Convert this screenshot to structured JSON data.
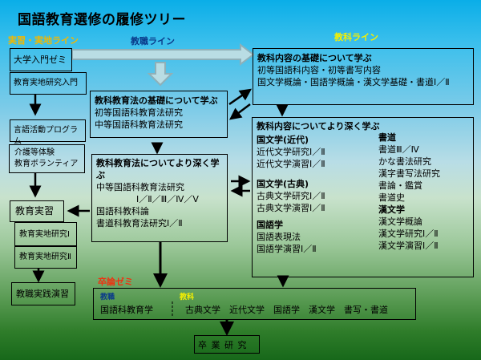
{
  "title": "国語教育選修の履修ツリー",
  "lanes": {
    "jisshu": "実習・実地ライン",
    "kyoshoku": "教職ライン",
    "kyoka": "教科ライン",
    "sotsuron": "卒論ゼミ"
  },
  "left_column": {
    "daigaku_nyumon": "大学入門ゼミ",
    "jicchi_kenkyu_nyumon": "教育実地研究入門",
    "gengo_katsudo": "言語活動プログラム",
    "kaigo": [
      "介護等体験",
      "教育ボランティア"
    ],
    "kyoiku_jisshu": "教育実習",
    "jicchi_kenkyu_1": "教育実地研究Ⅰ",
    "jicchi_kenkyu_2": "教育実地研究Ⅱ",
    "kyoshoku_jissen": "教職実践演習"
  },
  "kyoka_kiso": {
    "heading": "教科教育法の基礎について学ぶ",
    "items": [
      "初等国語科教育法研究",
      "中等国語科教育法研究"
    ]
  },
  "kyoka_fukaku": {
    "heading": "教科教育法についてより深く学ぶ",
    "items": [
      "中等国語科教育法研究",
      "Ⅰ／Ⅱ／Ⅲ／Ⅳ／Ⅴ",
      "国語科教科論",
      "書道科教育法研究Ⅰ／Ⅱ"
    ]
  },
  "naiyo_kiso": {
    "heading": "教科内容の基礎について学ぶ",
    "items": [
      "初等国語科内容・初等書写内容",
      "国文学概論・国語学概論・漢文学基礎・書道Ⅰ／Ⅱ"
    ]
  },
  "naiyo_fukaku": {
    "heading": "教科内容についてより深く学ぶ",
    "groups": [
      {
        "name": "国文学(近代)",
        "items": [
          "近代文学研究Ⅰ／Ⅱ",
          "近代文学演習Ⅰ／Ⅱ"
        ]
      },
      {
        "name": "国文学(古典)",
        "items": [
          "古典文学研究Ⅰ／Ⅱ",
          "古典文学演習Ⅰ／Ⅱ"
        ]
      },
      {
        "name": "国語学",
        "items": [
          "国語表現法",
          "国語学演習Ⅰ／Ⅱ"
        ]
      },
      {
        "name": "書道",
        "items": [
          "書道Ⅲ／Ⅳ",
          "かな書法研究",
          "漢字書写法研究",
          "書論・鑑賞",
          "書道史"
        ]
      },
      {
        "name": "漢文学",
        "items": [
          "漢文学概論",
          "漢文学研究Ⅰ／Ⅱ",
          "漢文学演習Ⅰ／Ⅱ"
        ]
      }
    ]
  },
  "seminar": {
    "kyoshoku_label": "教職",
    "kyoshoku_item": "国語科教育学",
    "kyoka_label": "教科",
    "kyoka_items": "古典文学　近代文学　国語学　漢文学　書写・書道"
  },
  "sotsugyo_kenkyu": "卒 業 研 究",
  "colors": {
    "jisshu_lane": "#f2b800",
    "kyoshoku_lane": "#0a3a8a",
    "kyoka_lane": "#f6f000",
    "sotsuron_lane": "#f03010",
    "arrow_fill": "#c4e2e6"
  }
}
